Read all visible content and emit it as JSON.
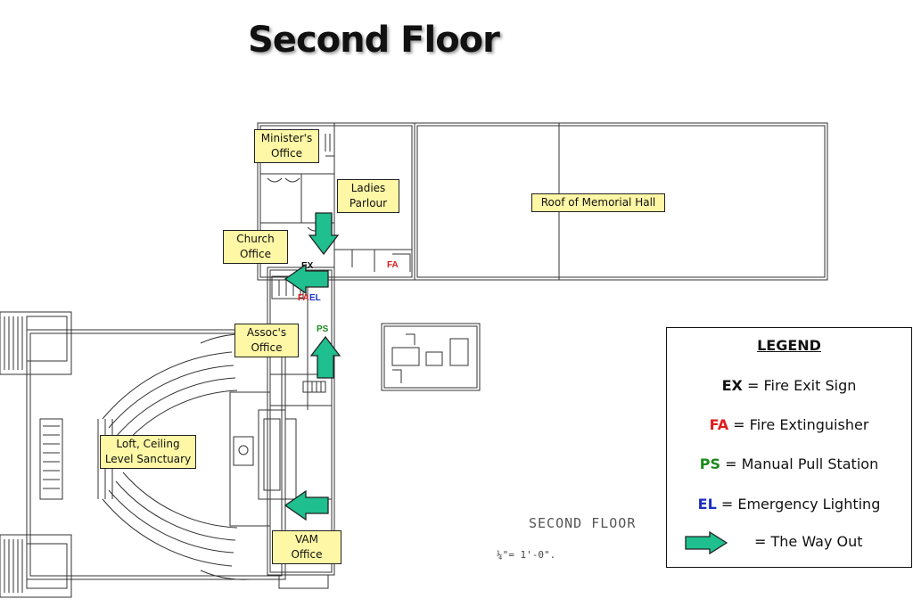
{
  "page": {
    "title": "Second Floor"
  },
  "rooms": {
    "ministers_office": [
      "Minister's",
      "Office"
    ],
    "ladies_parlour": [
      "Ladies",
      "Parlour"
    ],
    "roof_memorial_hall": [
      "Roof of Memorial Hall"
    ],
    "church_office": [
      "Church",
      "Office"
    ],
    "assocs_office": [
      "Assoc's",
      "Office"
    ],
    "loft_sanctuary": [
      "Loft, Ceiling",
      "Level Sanctuary"
    ],
    "vam_office": [
      "VAM",
      "Office"
    ]
  },
  "markers": {
    "ex": "EX",
    "fa_parlour": "FA",
    "fa_stair": "FA",
    "el": "EL",
    "ps": "PS"
  },
  "legend": {
    "title": "LEGEND",
    "items": [
      {
        "code": "EX",
        "text": " = Fire Exit Sign",
        "color": "#111111"
      },
      {
        "code": "FA",
        "text": " = Fire Extinguisher",
        "color": "#e01b1b"
      },
      {
        "code": "PS",
        "text": " = Manual Pull Station",
        "color": "#1a8a1a"
      },
      {
        "code": "EL",
        "text": " = Emergency Lighting",
        "color": "#1a2fc4"
      }
    ],
    "way_out": "= The Way Out"
  },
  "drawing": {
    "label": "SECOND FLOOR",
    "scale": "¼\"= 1'-0\"."
  },
  "colors": {
    "arrow": "#1fbf8f",
    "label_bg": "#fdf7a6"
  }
}
